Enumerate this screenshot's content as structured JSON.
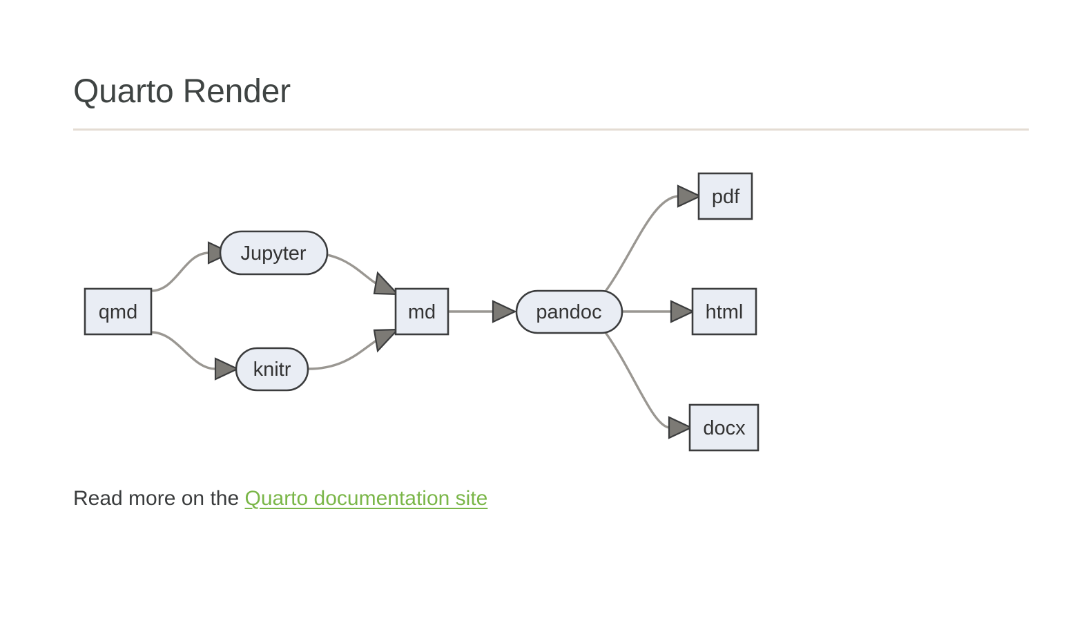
{
  "page": {
    "title": "Quarto Render",
    "background_color": "#ffffff",
    "title_color": "#3f4443",
    "rule_color": "#e4dcd3"
  },
  "diagram": {
    "type": "flowchart",
    "direction": "left-to-right",
    "node_fill": "#e9edf4",
    "node_stroke": "#3b3c3d",
    "edge_color": "#9a9792",
    "arrow_fill": "#7c7a75",
    "nodes": [
      {
        "id": "qmd",
        "label": "qmd",
        "shape": "rect"
      },
      {
        "id": "jupyter",
        "label": "Jupyter",
        "shape": "stadium"
      },
      {
        "id": "knitr",
        "label": "knitr",
        "shape": "stadium"
      },
      {
        "id": "md",
        "label": "md",
        "shape": "rect"
      },
      {
        "id": "pandoc",
        "label": "pandoc",
        "shape": "stadium"
      },
      {
        "id": "pdf",
        "label": "pdf",
        "shape": "rect"
      },
      {
        "id": "html",
        "label": "html",
        "shape": "rect"
      },
      {
        "id": "docx",
        "label": "docx",
        "shape": "rect"
      }
    ],
    "edges": [
      {
        "from": "qmd",
        "to": "jupyter"
      },
      {
        "from": "qmd",
        "to": "knitr"
      },
      {
        "from": "jupyter",
        "to": "md"
      },
      {
        "from": "knitr",
        "to": "md"
      },
      {
        "from": "md",
        "to": "pandoc"
      },
      {
        "from": "pandoc",
        "to": "pdf"
      },
      {
        "from": "pandoc",
        "to": "html"
      },
      {
        "from": "pandoc",
        "to": "docx"
      }
    ]
  },
  "footer": {
    "prefix": "Read more on the ",
    "link_text": "Quarto documentation site",
    "link_color": "#7ab648"
  }
}
